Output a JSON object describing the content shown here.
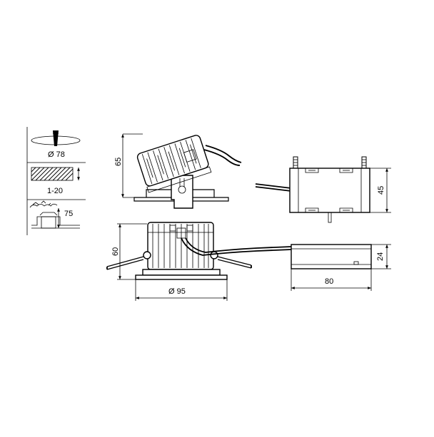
{
  "specs_panel": {
    "cutout_label": "Ø 78",
    "ceiling_thickness_label": "1-20",
    "recess_depth_label": "75"
  },
  "dimensions": {
    "spot_tilted_height": "65",
    "spot_height": "60",
    "spot_diameter": "Ø 95",
    "driver_side_height": "45",
    "driver_height": "24",
    "driver_length": "80"
  }
}
